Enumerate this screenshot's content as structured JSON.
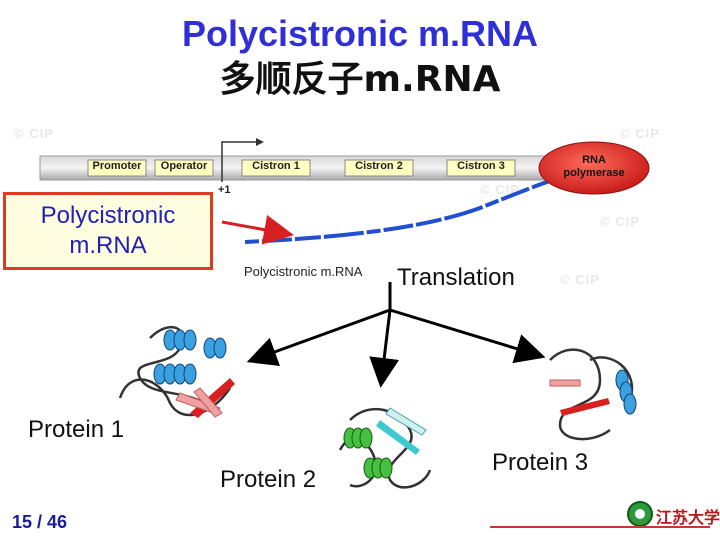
{
  "header": {
    "title_line1": "Polycistronic m.RNA",
    "title_line2": "多顺反子m.RNA"
  },
  "gene_map": {
    "segments": [
      "Promoter",
      "Operator",
      "Cistron 1",
      "Cistron 2",
      "Cistron 3"
    ],
    "start_site": "+1",
    "polymerase_label_1": "RNA",
    "polymerase_label_2": "polymerase",
    "mrna_label": "Polycistronic m.RNA",
    "background_watermark": "© CIP"
  },
  "callout": {
    "line1": "Polycistronic",
    "line2": "m.RNA"
  },
  "translation_label": "Translation",
  "proteins": {
    "p1": "Protein 1",
    "p2": "Protein 2",
    "p3": "Protein 3"
  },
  "footer": {
    "page": "15 / 46",
    "logo_text": "江苏大学"
  },
  "colors": {
    "title": "#2f2fd8",
    "helix_blue": "#3aa0e0",
    "helix_green": "#45c040",
    "helix_cyan": "#40c8d0",
    "strand_red": "#d82020",
    "strand_pink": "#f0a0a0",
    "mrna_blue": "#2050d0",
    "callout_border": "#e03a1f"
  }
}
